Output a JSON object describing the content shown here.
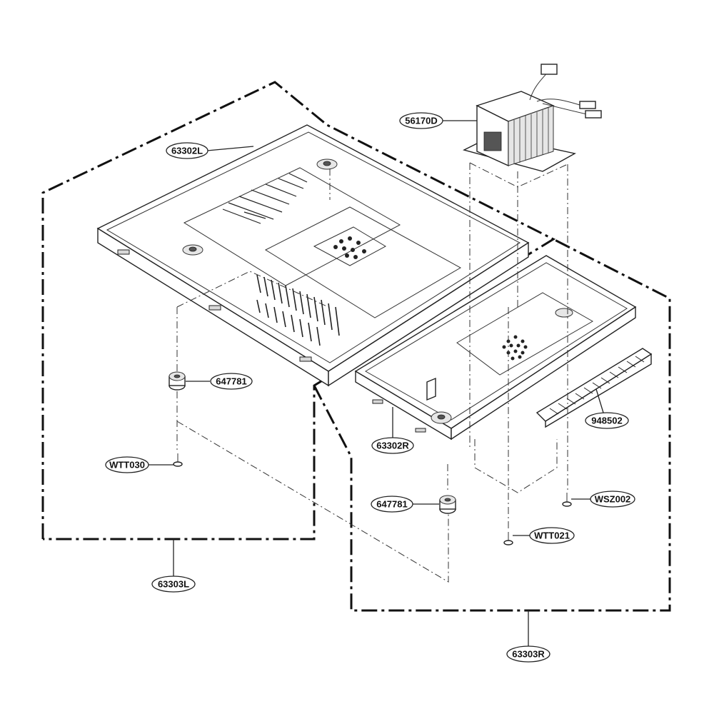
{
  "parts": {
    "base_plate_left": "63302L",
    "base_plate_right": "63302R",
    "transformer": "56170D",
    "foot_left": "647781",
    "foot_right": "647781",
    "screw_left": "WTT030",
    "screw_right": "WTT021",
    "screw_transformer": "WSZ002",
    "gasket_strip": "948502",
    "assembly_left": "63303L",
    "assembly_right": "63303R"
  }
}
